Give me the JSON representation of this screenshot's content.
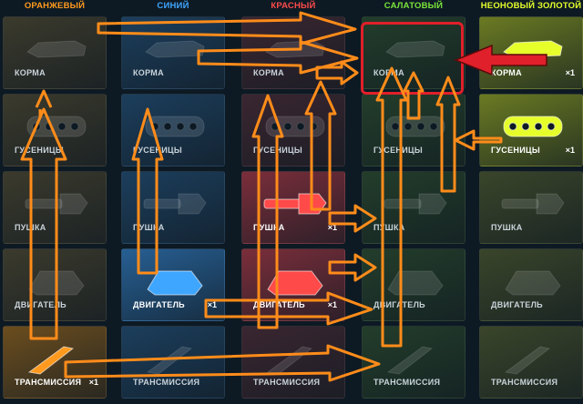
{
  "columns": [
    {
      "title": "ОРАНЖЕВЫЙ",
      "color": "#ff9a1f",
      "items": [
        {
          "label": "КОРМА",
          "count": ""
        },
        {
          "label": "ГУСЕНИЦЫ",
          "count": ""
        },
        {
          "label": "ПУШКА",
          "count": ""
        },
        {
          "label": "ДВИГАТЕЛЬ",
          "count": ""
        },
        {
          "label": "ТРАНСМИССИЯ",
          "count": "×1"
        }
      ]
    },
    {
      "title": "СИНИЙ",
      "color": "#3fa6ff",
      "items": [
        {
          "label": "КОРМА",
          "count": ""
        },
        {
          "label": "ГУСЕНИЦЫ",
          "count": ""
        },
        {
          "label": "ПУШКА",
          "count": ""
        },
        {
          "label": "ДВИГАТЕЛЬ",
          "count": "×1"
        },
        {
          "label": "ТРАНСМИССИЯ",
          "count": ""
        }
      ]
    },
    {
      "title": "КРАСНЫЙ",
      "color": "#ff4a4a",
      "items": [
        {
          "label": "КОРМА",
          "count": ""
        },
        {
          "label": "ГУСЕНИЦЫ",
          "count": ""
        },
        {
          "label": "ПУШКА",
          "count": "×1"
        },
        {
          "label": "ДВИГАТЕЛЬ",
          "count": "×1"
        },
        {
          "label": "ТРАНСМИССИЯ",
          "count": ""
        }
      ]
    },
    {
      "title": "САЛАТОВЫЙ",
      "color": "#7be43a",
      "items": [
        {
          "label": "КОРМА",
          "count": ""
        },
        {
          "label": "ГУСЕНИЦЫ",
          "count": ""
        },
        {
          "label": "ПУШКА",
          "count": ""
        },
        {
          "label": "ДВИГАТЕЛЬ",
          "count": ""
        },
        {
          "label": "ТРАНСМИССИЯ",
          "count": ""
        }
      ]
    },
    {
      "title": "НЕОНОВЫЙ ЗОЛОТОЙ",
      "color": "#e6ff2a",
      "items": [
        {
          "label": "КОРМА",
          "count": "×1"
        },
        {
          "label": "ГУСЕНИЦЫ",
          "count": "×1"
        },
        {
          "label": "ПУШКА",
          "count": ""
        },
        {
          "label": "ДВИГАТЕЛЬ",
          "count": ""
        },
        {
          "label": "ТРАНСМИССИЯ",
          "count": ""
        }
      ]
    }
  ],
  "owned": [
    [
      4
    ],
    [
      3
    ],
    [
      2,
      3
    ],
    [],
    [
      0,
      1
    ]
  ],
  "theme": {
    "cell_colors": [
      "#3b3a2c",
      "#1c3e5c",
      "#3a2630",
      "#233d2a",
      "#3a452a"
    ],
    "owned_colors": [
      "#6b4d1e",
      "#275f93",
      "#7a2e3a",
      "#2f5a2f",
      "#6a7a22"
    ],
    "arrow_color": "#ff8c1a",
    "highlight_color": "#e0202a"
  }
}
